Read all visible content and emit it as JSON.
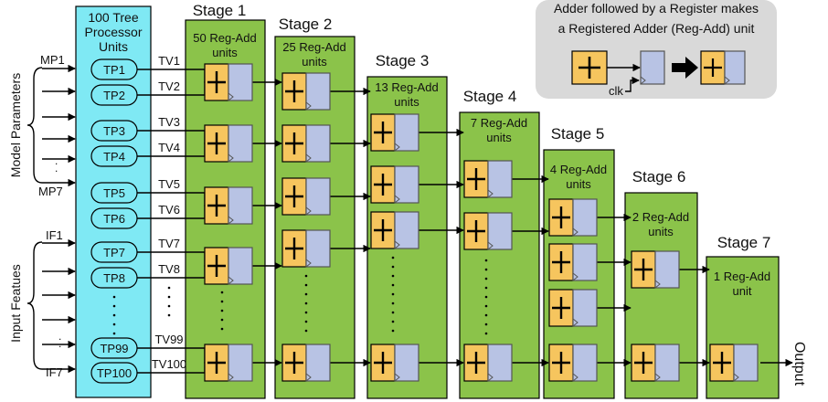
{
  "colors": {
    "tp_block": "#7fe9f4",
    "stage_block": "#8bc34a",
    "adder": "#f6c55e",
    "register": "#b8c3e4",
    "legend_box": "#d9d9d9"
  },
  "tp_block": {
    "title_line1": "100 Tree",
    "title_line2": "Processor",
    "title_line3": "Units",
    "units": [
      "TP1",
      "TP2",
      "TP3",
      "TP4",
      "TP5",
      "TP6",
      "TP7",
      "TP8",
      "TP99",
      "TP100"
    ]
  },
  "inputs": {
    "model_parameters_label": "Model Parameters",
    "input_features_label": "Input Featues",
    "mp_first": "MP1",
    "mp_last": "MP7",
    "if_first": "IF1",
    "if_last": "IF7"
  },
  "tree_values": [
    "TV1",
    "TV2",
    "TV3",
    "TV4",
    "TV5",
    "TV6",
    "TV7",
    "TV8",
    "TV99",
    "TV100"
  ],
  "stages": [
    {
      "title": "Stage 1",
      "units_line1": "50 Reg-Add",
      "units_line2": "units"
    },
    {
      "title": "Stage 2",
      "units_line1": "25 Reg-Add",
      "units_line2": "units"
    },
    {
      "title": "Stage 3",
      "units_line1": "13 Reg-Add",
      "units_line2": "units"
    },
    {
      "title": "Stage 4",
      "units_line1": "7 Reg-Add",
      "units_line2": "units"
    },
    {
      "title": "Stage 5",
      "units_line1": "4 Reg-Add",
      "units_line2": "units"
    },
    {
      "title": "Stage 6",
      "units_line1": "2 Reg-Add",
      "units_line2": "units"
    },
    {
      "title": "Stage 7",
      "units_line1": "1 Reg-Add",
      "units_line2": "unit"
    }
  ],
  "legend": {
    "line1": "Adder followed by a Register makes",
    "line2": "a Registered Adder (Reg-Add) unit",
    "clk": "clk"
  },
  "output_label": "Output"
}
